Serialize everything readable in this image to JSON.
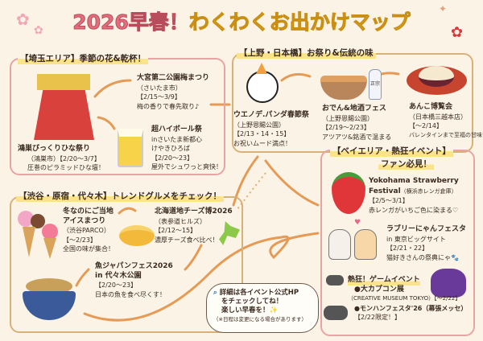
{
  "title": {
    "part1": "2026早春！",
    "part2": "わくわくお出かけマップ"
  },
  "saitama": {
    "heading": "【埼玉エリア】季節の花&乾杯！",
    "events": [
      {
        "name": "大宮第二公園梅まつり",
        "place": "（さいたま市）",
        "date": "【2/15〜3/9】",
        "note": "梅の香りで春先取り♪"
      },
      {
        "name": "超ハイボール祭",
        "place": "inさいたま新都心",
        "place2": "けやきひろば",
        "date": "【2/20〜23】",
        "note": "屋外でシュワっと爽快！"
      },
      {
        "name": "鴻巣びっくりひな祭り",
        "place": "（鴻巣市）【2/20〜3/7】",
        "note": "圧巻のピラミッドひな壇！"
      }
    ]
  },
  "ueno": {
    "heading": "【上野・日本橋】お祭り&伝統の味",
    "events": [
      {
        "name": "ウエノデ.パンダ春節祭",
        "place": "（上野恩賜公園）",
        "date": "【2/13・14・15】",
        "note": "お祝いムード満点！"
      },
      {
        "name": "おでん&地酒フェス",
        "place": "（上野恩賜公園）",
        "date": "【2/19〜2/23】",
        "note": "アツアツ&銘酒で温まる"
      },
      {
        "name": "あんこ博覧会",
        "place": "（日本橋三越本店）",
        "date": "【〜2/14】",
        "note": "バレンタインまで至福の甘味♡"
      }
    ],
    "sake_label": "正宗"
  },
  "shibuya": {
    "heading": "【渋谷・原宿・代々木】トレンドグルメをチェック！",
    "events": [
      {
        "name": "冬なのにご当地",
        "name2": "アイスまつり",
        "place": "（渋谷PARCO）",
        "date": "【〜2/23】",
        "note": "全国の味が集合！"
      },
      {
        "name": "北海道地チーズ博2026",
        "place": "（表参道ヒルズ）",
        "date": "【2/12〜15】",
        "note": "濃厚チーズ食べ比べ！"
      },
      {
        "name": "魚ジャパンフェス2026",
        "place": "in 代々木公園",
        "date": "【2/20〜23】",
        "note": "日本の魚を食べ尽くす！"
      }
    ]
  },
  "bay": {
    "heading1": "【ベイエリア・熱狂イベント】",
    "heading2": "ファン必見！",
    "events": [
      {
        "name": "Yokohama Strawberry",
        "name2": "Festival",
        "place": "（横浜赤レンガ倉庫）",
        "date": "【2/5〜3/1】",
        "note": "赤レンガがいちご色に染まる♡"
      },
      {
        "name": "ラブリーにゃんフェスタ",
        "place": "in 東京ビッグサイト",
        "date": "【2/21・22】",
        "note": "猫好きさんの祭典にゃ🐾"
      }
    ],
    "game": {
      "heading": "熱狂！ゲームイベント",
      "items": [
        {
          "name": "●大カプコン展",
          "detail": "（CREATIVE MUSEUM TOKYO）【〜2/22】"
        },
        {
          "name": "●モンハンフェスタ'26（幕張メッセ）",
          "detail": "【2/22限定！】"
        }
      ]
    }
  },
  "bubble": {
    "line1": "詳細は各イベント公式HP",
    "line2": "をチェックしてね！",
    "line3": "楽しい早春を！✨",
    "note": "（※日程は変更になる場合があります）"
  }
}
